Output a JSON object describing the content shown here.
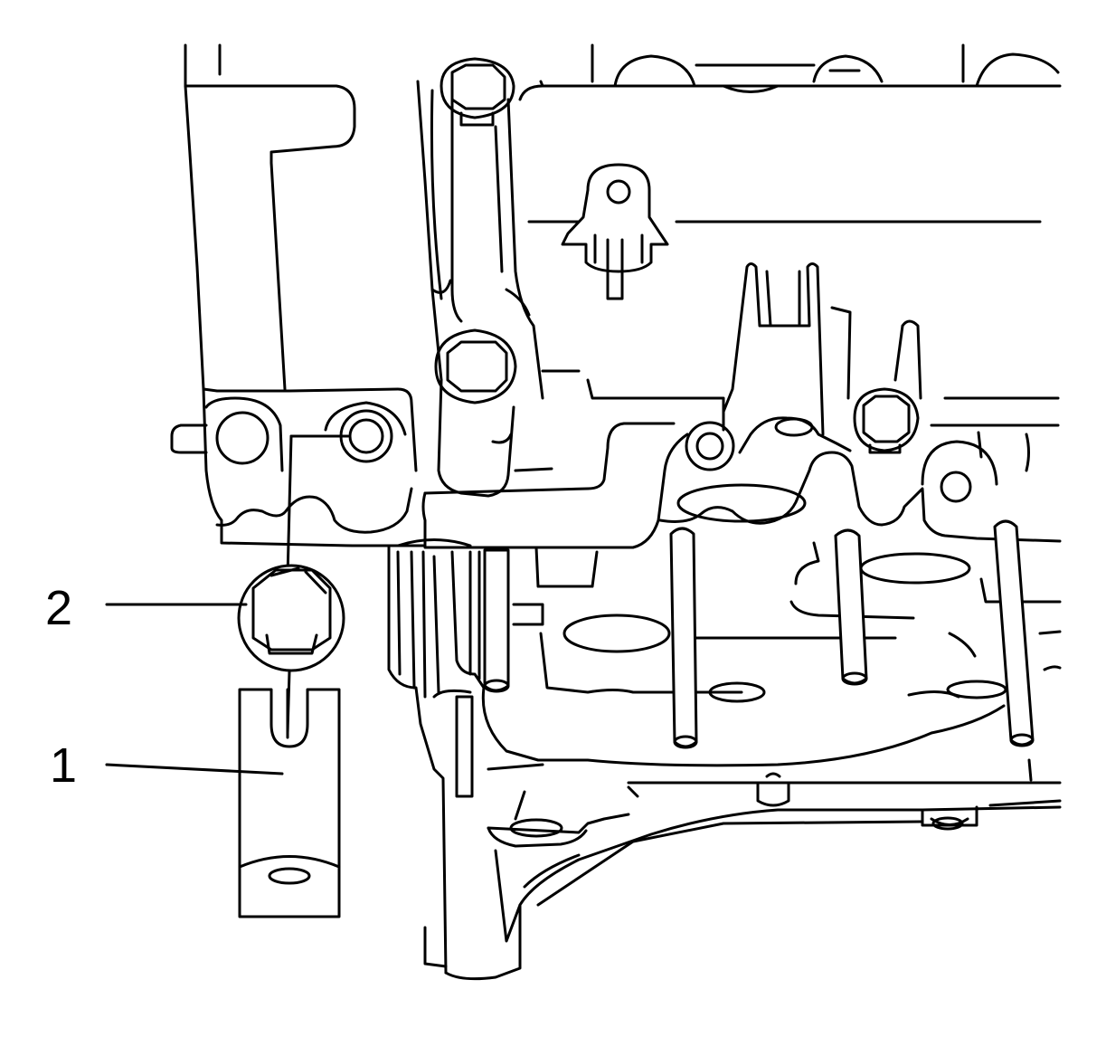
{
  "callouts": [
    {
      "id": "2",
      "label": "2",
      "part": "plug"
    },
    {
      "id": "1",
      "label": "1",
      "part": "tool"
    }
  ],
  "colors": {
    "line": "#000000",
    "background": "#ffffff"
  }
}
